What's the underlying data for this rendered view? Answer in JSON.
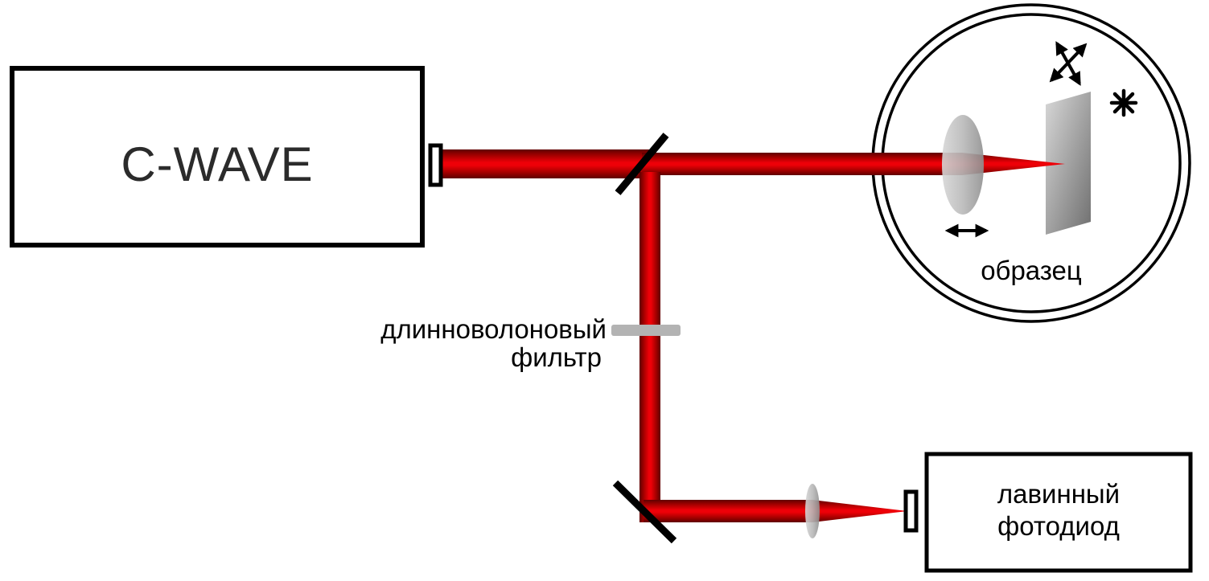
{
  "diagram": {
    "laser_label": "C-WAVE",
    "filter_label_line1": "длинноволоновый",
    "filter_label_line2": "фильтр",
    "sample_label": "образец",
    "detector_label_line1": "лавинный",
    "detector_label_line2": "фотодиод"
  },
  "colors": {
    "beam_core": "#ee0008",
    "beam_mid": "#a80000",
    "beam_edge": "#5f0000",
    "outline": "#000000",
    "optic_gray": "#b3b3b3"
  }
}
